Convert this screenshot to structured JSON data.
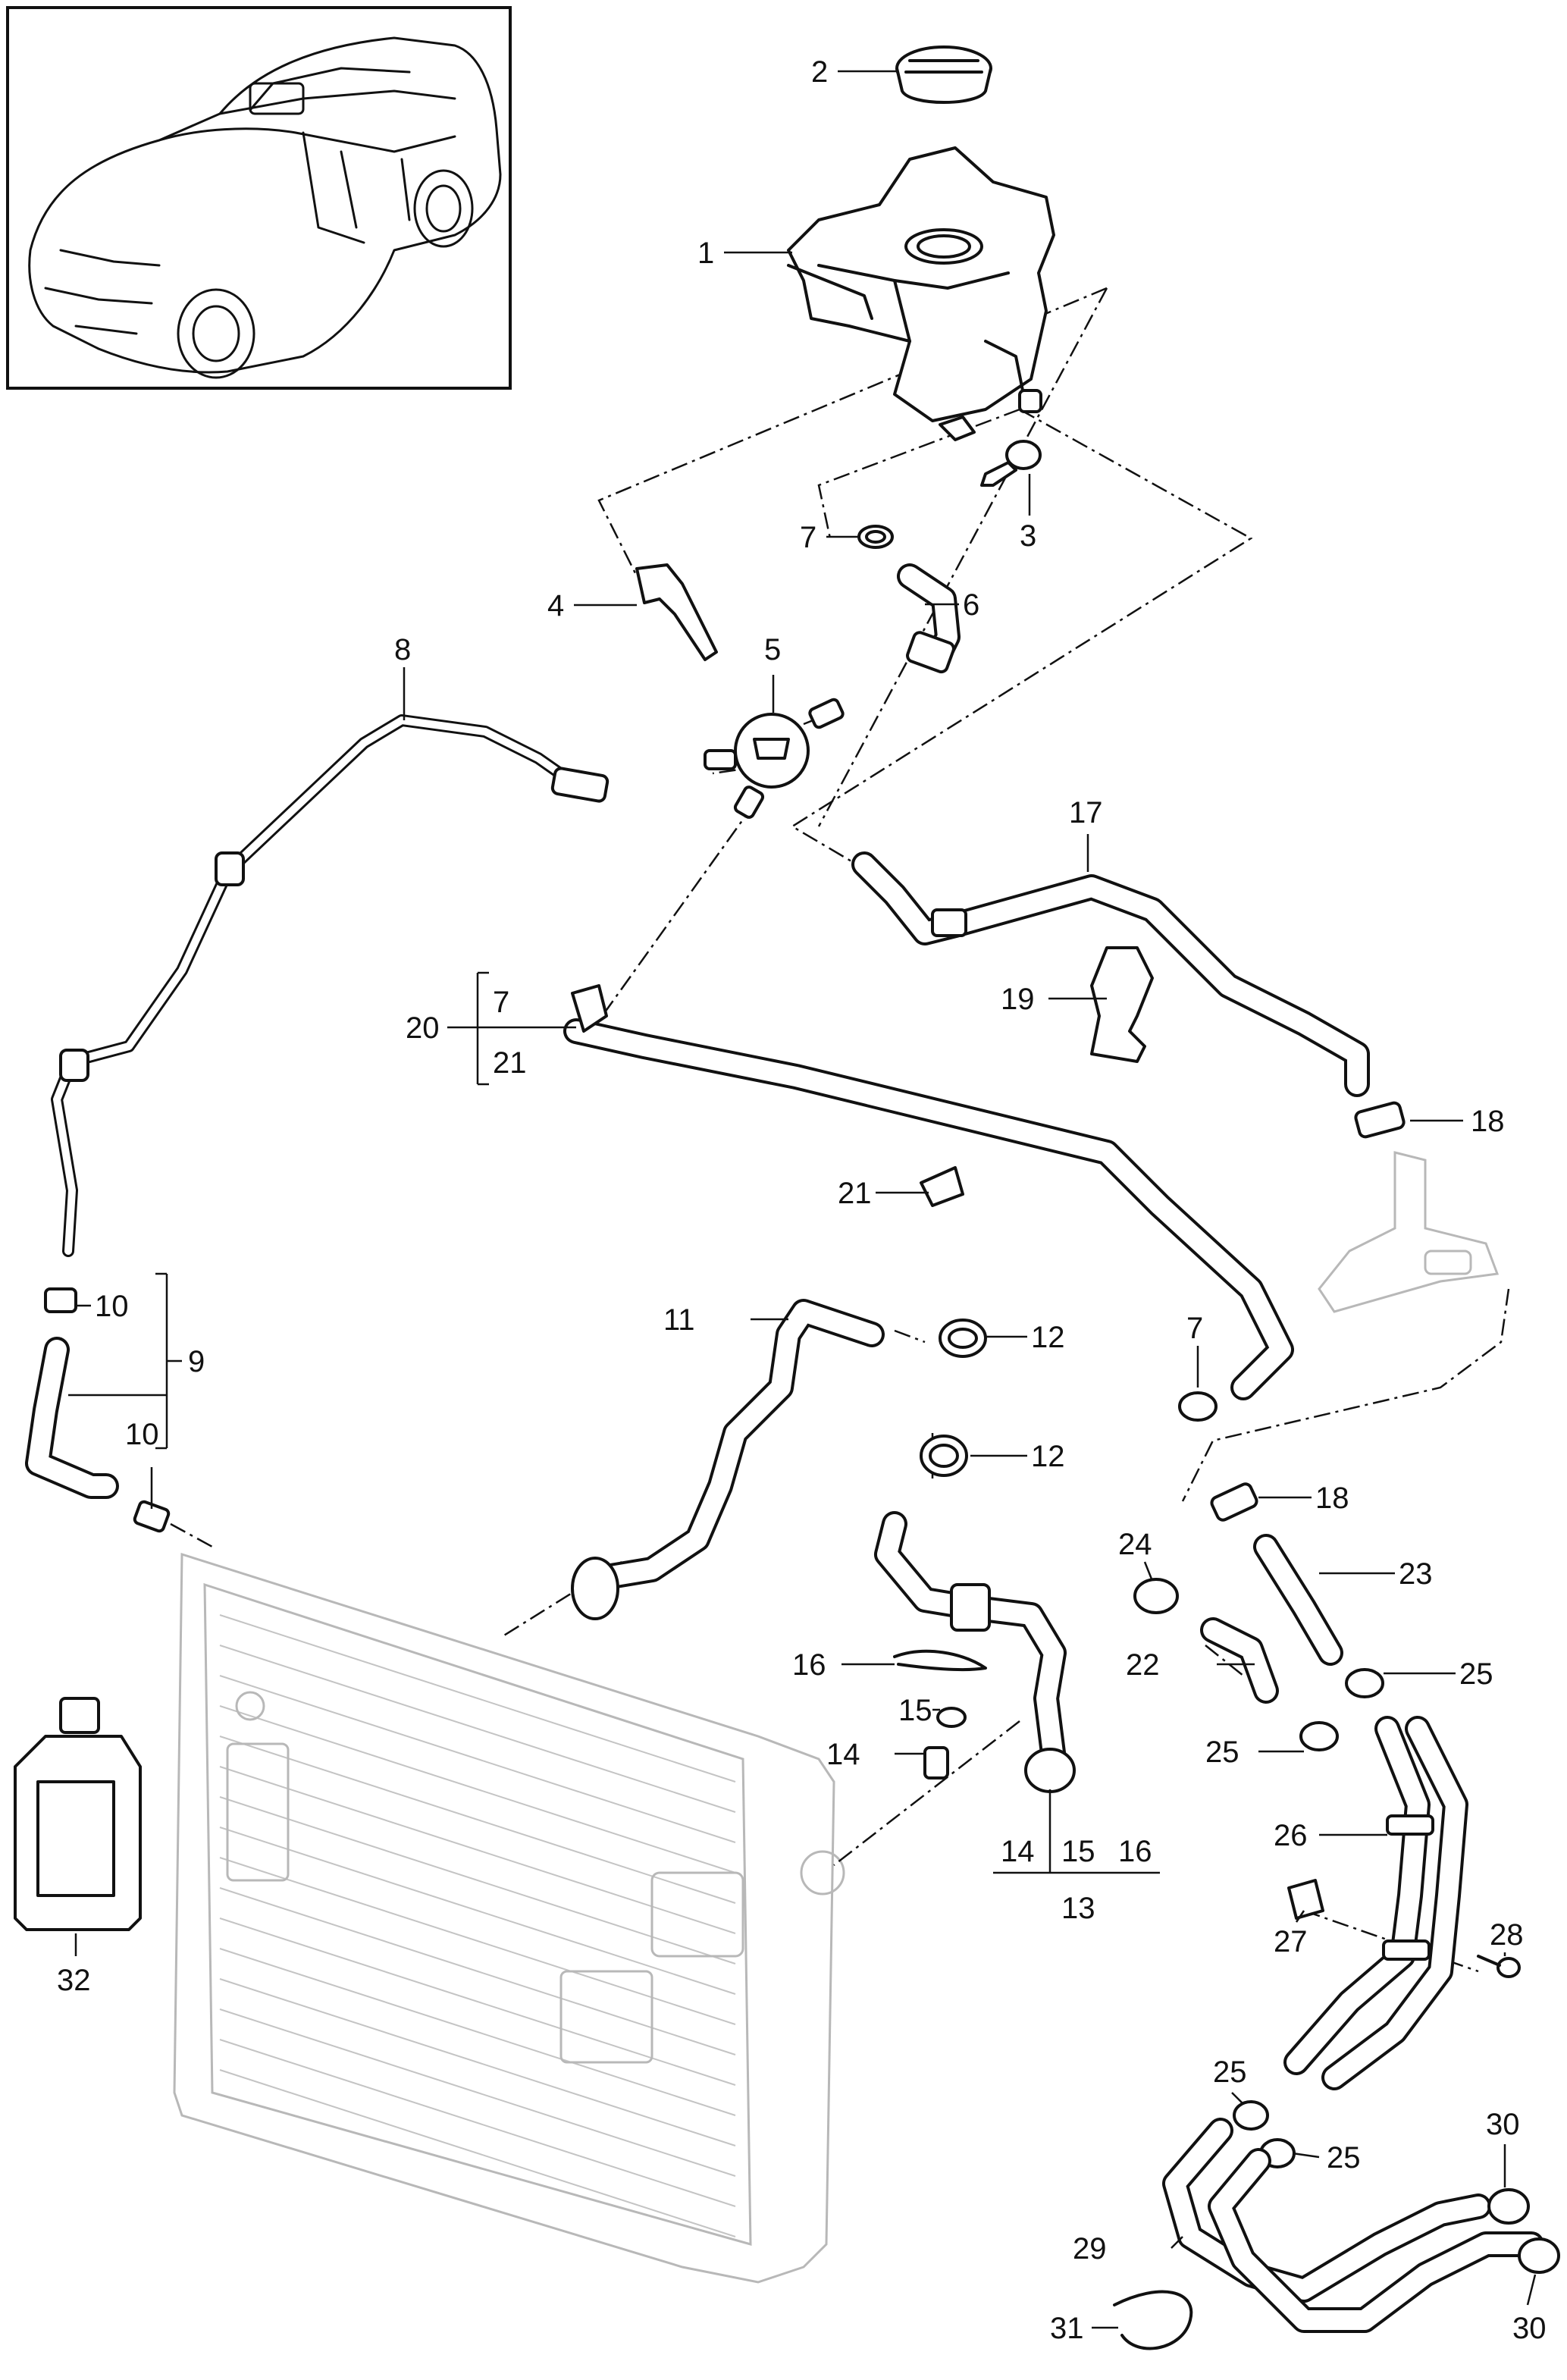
{
  "callouts": {
    "c1": "1",
    "c2": "2",
    "c3": "3",
    "c4": "4",
    "c5": "5",
    "c6": "6",
    "c7a": "7",
    "c7b": "7",
    "c7c": "7",
    "c8": "8",
    "c9": "9",
    "c10a": "10",
    "c10b": "10",
    "c11": "11",
    "c12a": "12",
    "c12b": "12",
    "c13": "13",
    "c14a": "14",
    "c14b": "14",
    "c15a": "15",
    "c15b": "15",
    "c16a": "16",
    "c16b": "16",
    "c17": "17",
    "c18a": "18",
    "c18b": "18",
    "c19": "19",
    "c20": "20",
    "c21a": "21",
    "c21b": "21",
    "c22": "22",
    "c23": "23",
    "c24": "24",
    "c25a": "25",
    "c25b": "25",
    "c25c": "25",
    "c25d": "25",
    "c26": "26",
    "c27": "27",
    "c28": "28",
    "c29": "29",
    "c30a": "30",
    "c30b": "30",
    "c31": "31",
    "c32": "32"
  },
  "icons": {
    "vehicle": "suv-outline-icon",
    "coolant_bottle": "bottle-icon",
    "radiator": "radiator-icon"
  },
  "colors": {
    "line": "#111111",
    "ghost": "#b8b8b8",
    "background": "#ffffff"
  }
}
